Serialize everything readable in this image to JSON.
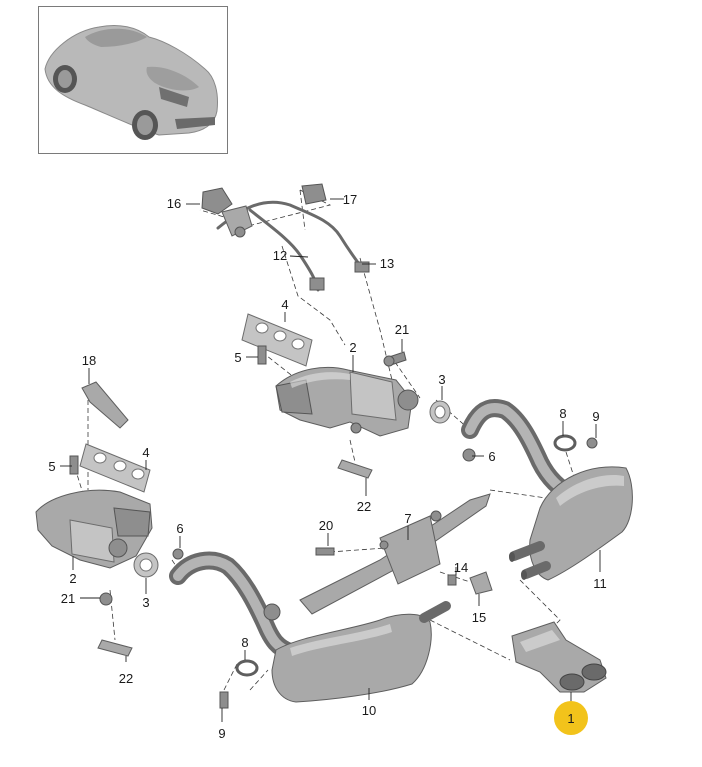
{
  "diagram": {
    "highlight_color": "#f2c31b",
    "part_color": "#a9a9a9",
    "labels": [
      {
        "id": "p1",
        "text": "1",
        "highlighted": true
      },
      {
        "id": "p2a",
        "text": "2"
      },
      {
        "id": "p2b",
        "text": "2"
      },
      {
        "id": "p3a",
        "text": "3"
      },
      {
        "id": "p3b",
        "text": "3"
      },
      {
        "id": "p4a",
        "text": "4"
      },
      {
        "id": "p4b",
        "text": "4"
      },
      {
        "id": "p5a",
        "text": "5"
      },
      {
        "id": "p5b",
        "text": "5"
      },
      {
        "id": "p6a",
        "text": "6"
      },
      {
        "id": "p6b",
        "text": "6"
      },
      {
        "id": "p7",
        "text": "7"
      },
      {
        "id": "p8a",
        "text": "8"
      },
      {
        "id": "p8b",
        "text": "8"
      },
      {
        "id": "p9a",
        "text": "9"
      },
      {
        "id": "p9b",
        "text": "9"
      },
      {
        "id": "p10",
        "text": "10"
      },
      {
        "id": "p11",
        "text": "11"
      },
      {
        "id": "p12",
        "text": "12"
      },
      {
        "id": "p13",
        "text": "13"
      },
      {
        "id": "p14",
        "text": "14"
      },
      {
        "id": "p15",
        "text": "15"
      },
      {
        "id": "p16",
        "text": "16"
      },
      {
        "id": "p17",
        "text": "17"
      },
      {
        "id": "p18",
        "text": "18"
      },
      {
        "id": "p20",
        "text": "20"
      },
      {
        "id": "p21a",
        "text": "21"
      },
      {
        "id": "p21b",
        "text": "21"
      },
      {
        "id": "p22a",
        "text": "22"
      },
      {
        "id": "p22b",
        "text": "22"
      }
    ]
  }
}
